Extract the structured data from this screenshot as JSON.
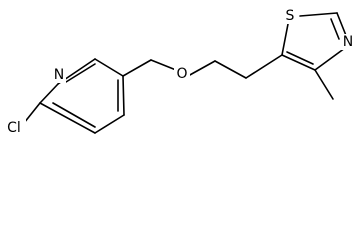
{
  "structure": {
    "atoms": {
      "cl": "Cl",
      "n_pyridine": "N",
      "o_ether": "O",
      "s_thiazole": "S",
      "n_thiazole": "N"
    }
  }
}
